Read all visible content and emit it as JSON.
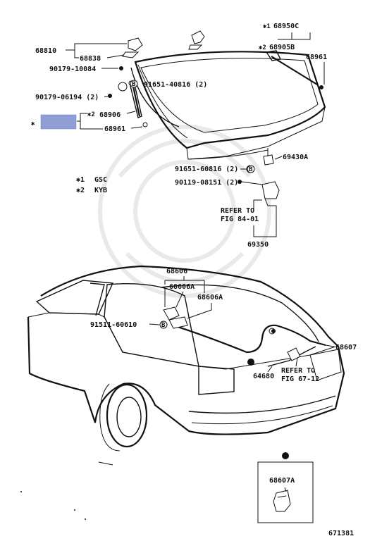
{
  "labels": {
    "p68810": "68810",
    "p68838": "68838",
    "p90179_10084": "90179-10084",
    "p91651_40816": "91651-40816 (2)",
    "p90179_06194": "90179-06194 (2)",
    "p68906": "68906",
    "p68961_left": "68961",
    "p68950c": "68950C",
    "p68905b": "68905B",
    "p68961_right": "68961",
    "p69430a": "69430A",
    "p91651_60816": "91651-60816 (2)",
    "p90119_08151": "90119-08151 (2)",
    "refer_84_line1": "REFER TO",
    "refer_84_line2": "FIG 84-01",
    "p69350": "69350",
    "p68606": "68606",
    "p68606a_1": "68606A",
    "p68606a_2": "68606A",
    "p91511_60610": "91511-60610",
    "p68607": "68607",
    "p64680": "64680",
    "refer_67_line1": "REFER TO",
    "refer_67_line2": "FIG 67-12",
    "p68607a": "68607A",
    "figure_number": "671381"
  },
  "markers": {
    "star": "✱",
    "star1": "✱1",
    "star2": "✱2",
    "circle_b": "B"
  },
  "legend": {
    "item1_mark": "✱1",
    "item1_text": "GSC",
    "item2_mark": "✱2",
    "item2_text": "KYB"
  },
  "colors": {
    "highlight_box": "#8f9fd6",
    "line": "#111111"
  }
}
